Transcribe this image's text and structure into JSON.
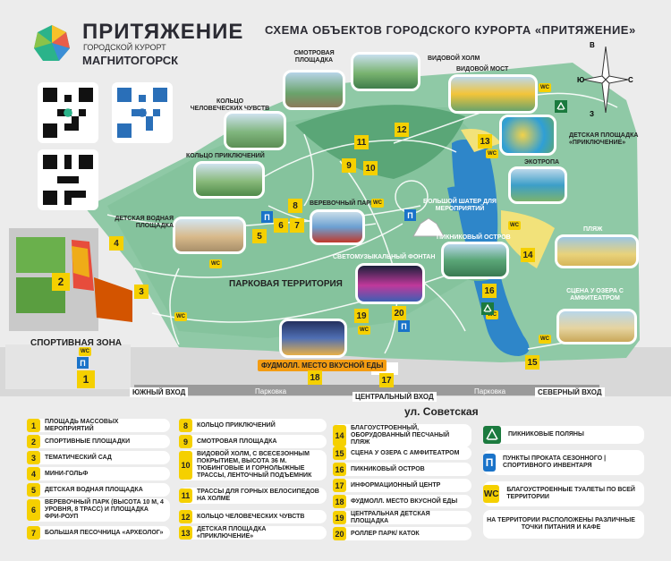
{
  "header": {
    "brand_name": "ПРИТЯЖЕНИЕ",
    "brand_subtitle": "ГОРОДСКОЙ КУРОРТ",
    "brand_city": "МАГНИТОГОРСК",
    "map_title": "СХЕМА ОБЪЕКТОВ ГОРОДСКОГО КУРОРТА «ПРИТЯЖЕНИЕ»"
  },
  "compass": {
    "north": "В",
    "east": "С",
    "south": "З",
    "west": "Ю"
  },
  "photo_labels": {
    "observation": "СМОТРОВАЯ ПЛОЩАДКА",
    "scenic_hill": "ВИДОВОЙ ХОЛМ",
    "scenic_bridge": "ВИДОВОЙ МОСТ",
    "kids_adventure": "ДЕТСКАЯ ПЛОЩАДКА «ПРИКЛЮЧЕНИЕ»",
    "human_ring": "КОЛЬЦО ЧЕЛОВЕЧЕСКИХ ЧУВСТВ",
    "adventure_ring": "КОЛЬЦО ПРИКЛЮЧЕНИЙ",
    "ecotrail": "ЭКОТРОПА",
    "kids_water": "ДЕТСКАЯ ВОДНАЯ ПЛОЩАДКА",
    "rope_park": "ВЕРЕВОЧНЫЙ ПАРК",
    "big_tent": "БОЛЬШОЙ ШАТЕР ДЛЯ МЕРОПРИЯТИЙ",
    "picnic_island": "ПИКНИКОВЫЙ ОСТРОВ",
    "beach": "ПЛЯЖ",
    "fountain": "СВЕТОМУЗЫКАЛЬНЫЙ ФОНТАН",
    "stage": "СЦЕНА У ОЗЕРА С АМФИТЕАТРОМ",
    "park_territory": "ПАРКОВАЯ ТЕРРИТОРИЯ",
    "sport_zone": "СПОРТИВНАЯ ЗОНА",
    "food_court": "ФУДМОЛЛ. МЕСТО ВКУСНОЙ ЕДЫ"
  },
  "gates": {
    "south": "ЮЖНЫЙ ВХОД",
    "central": "ЦЕНТРАЛЬНЫЙ ВХОД",
    "north": "СЕВЕРНЫЙ ВХОД",
    "parking1": "Парковка",
    "parking2": "Парковка"
  },
  "street": "ул. Советская",
  "legend_col1": [
    {
      "n": "1",
      "text": "ПЛОЩАДЬ МАССОВЫХ МЕРОПРИЯТИЙ"
    },
    {
      "n": "2",
      "text": "СПОРТИВНЫЕ ПЛОЩАДКИ"
    },
    {
      "n": "3",
      "text": "ТЕМАТИЧЕСКИЙ САД"
    },
    {
      "n": "4",
      "text": "МИНИ-ГОЛЬФ"
    },
    {
      "n": "5",
      "text": "ДЕТСКАЯ ВОДНАЯ ПЛОЩАДКА"
    },
    {
      "n": "6",
      "text": "ВЕРЕВОЧНЫЙ ПАРК (ВЫСОТА 10 М, 4 УРОВНЯ, 8 ТРАСС) И ПЛОЩАДКА ФРИ-РОУП"
    },
    {
      "n": "7",
      "text": "БОЛЬШАЯ ПЕСОЧНИЦА «АРХЕОЛОГ»"
    }
  ],
  "legend_col2": [
    {
      "n": "8",
      "text": "КОЛЬЦО ПРИКЛЮЧЕНИЙ"
    },
    {
      "n": "9",
      "text": "СМОТРОВАЯ ПЛОЩАДКА"
    },
    {
      "n": "10",
      "text": "ВИДОВОЙ ХОЛМ, С ВСЕСЕЗОННЫМ ПОКРЫТИЕМ, ВЫСОТА 36 М. ТЮБИНГОВЫЕ И ГОРНОЛЫЖНЫЕ ТРАССЫ, ЛЕНТОЧНЫЙ ПОДЪЕМНИК"
    },
    {
      "n": "11",
      "text": "ТРАССЫ ДЛЯ ГОРНЫХ ВЕЛОСИПЕДОВ НА ХОЛМЕ"
    },
    {
      "n": "12",
      "text": "КОЛЬЦО ЧЕЛОВЕЧЕСКИХ ЧУВСТВ"
    },
    {
      "n": "13",
      "text": "ДЕТСКАЯ ПЛОЩАДКА «ПРИКЛЮЧЕНИЕ»"
    }
  ],
  "legend_col3": [
    {
      "n": "14",
      "text": "БЛАГОУСТРОЕННЫЙ, ОБОРУДОВАННЫЙ ПЕСЧАНЫЙ ПЛЯЖ"
    },
    {
      "n": "15",
      "text": "СЦЕНА У ОЗЕРА С АМФИТЕАТРОМ"
    },
    {
      "n": "16",
      "text": "ПИКНИКОВЫЙ ОСТРОВ"
    },
    {
      "n": "17",
      "text": "ИНФОРМАЦИОННЫЙ ЦЕНТР"
    },
    {
      "n": "18",
      "text": "ФУДМОЛЛ. МЕСТО ВКУСНОЙ ЕДЫ"
    },
    {
      "n": "19",
      "text": "ЦЕНТРАЛЬНАЯ ДЕТСКАЯ ПЛОЩАДКА"
    },
    {
      "n": "20",
      "text": "РОЛЛЕР ПАРК/ КАТОК"
    }
  ],
  "legend_icons": {
    "picnic": "ПИКНИКОВЫЕ ПОЛЯНЫ",
    "rent": "ПУНКТЫ ПРОКАТА СЕЗОННОГО | СПОРТИВНОГО ИНВЕНТАРЯ",
    "wc": "БЛАГОУСТРОЕННЫЕ ТУАЛЕТЫ ПО ВСЕЙ ТЕРРИТОРИИ",
    "food": "НА ТЕРРИТОРИИ РАСПОЛОЖЕНЫ РАЗЛИЧНЫЕ ТОЧКИ ПИТАНИЯ И КАФЕ",
    "wc_mark": "WC",
    "rent_mark": "П"
  },
  "map_numbers": [
    "1",
    "2",
    "3",
    "4",
    "5",
    "6",
    "7",
    "8",
    "9",
    "10",
    "11",
    "12",
    "13",
    "14",
    "15",
    "16",
    "17",
    "18",
    "19",
    "20"
  ],
  "colors": {
    "accent_yellow": "#f5d000",
    "park_green": "#8fc9a6",
    "dark_green": "#4e9a6b",
    "lake_blue": "#2e86c9",
    "orange": "#f39c12",
    "rent_blue": "#1a73c9"
  }
}
